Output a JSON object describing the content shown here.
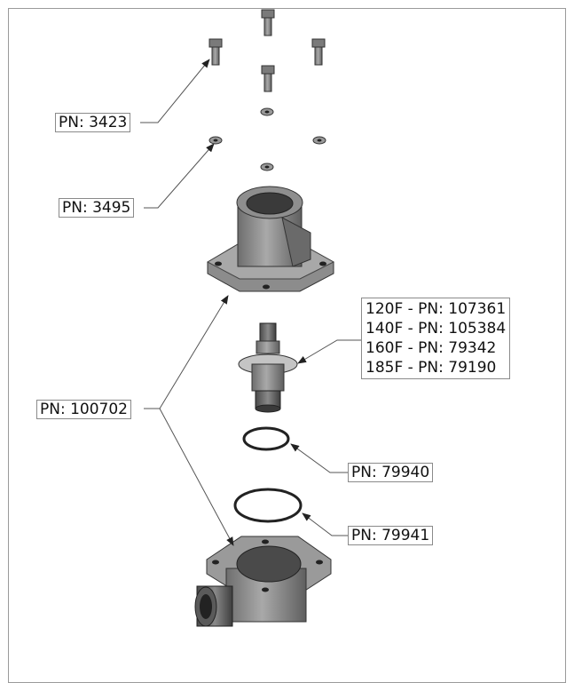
{
  "callouts": {
    "bolt": "PN: 3423",
    "washer": "PN: 3495",
    "housing": "PN: 100702",
    "thermostat": [
      "120F - PN: 107361",
      "140F - PN: 105384",
      "160F - PN: 79342",
      "185F - PN: 79190"
    ],
    "oring_small": "PN: 79940",
    "oring_large": "PN: 79941"
  }
}
